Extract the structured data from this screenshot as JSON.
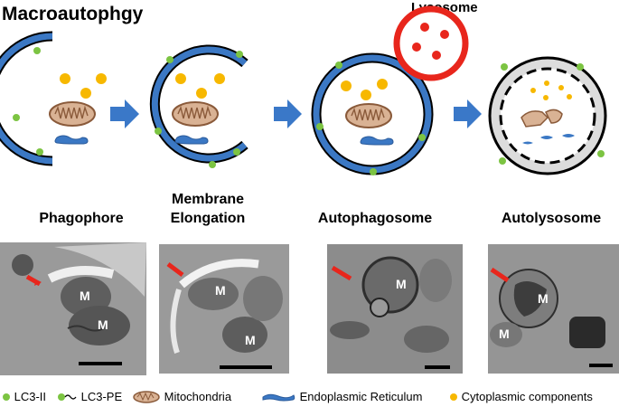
{
  "title": "Macroautophgy",
  "lysosome_label": "Lysosome",
  "stages": [
    {
      "label_lines": [
        "Phagophore"
      ]
    },
    {
      "label_lines": [
        "Membrane",
        "Elongation"
      ]
    },
    {
      "label_lines": [
        "Autophagosome"
      ]
    },
    {
      "label_lines": [
        "Autolysosome"
      ]
    }
  ],
  "micrograph_labels": {
    "m": "M"
  },
  "legend": {
    "lc3_ii": "LC3-II",
    "lc3_pe": "LC3-PE",
    "mitochondria": "Mitochondria",
    "er": "Endoplasmic Reticulum",
    "cytoplasmic": "Cytoplasmic components"
  },
  "colors": {
    "membrane": "#3b78c4",
    "lc3": "#7cc442",
    "cargo": "#f7b800",
    "mito_fill": "#d9b294",
    "mito_edge": "#8a5a3a",
    "lysosome": "#e8261c",
    "arrow": "#3a78c8",
    "pointer": "#e8261c"
  }
}
